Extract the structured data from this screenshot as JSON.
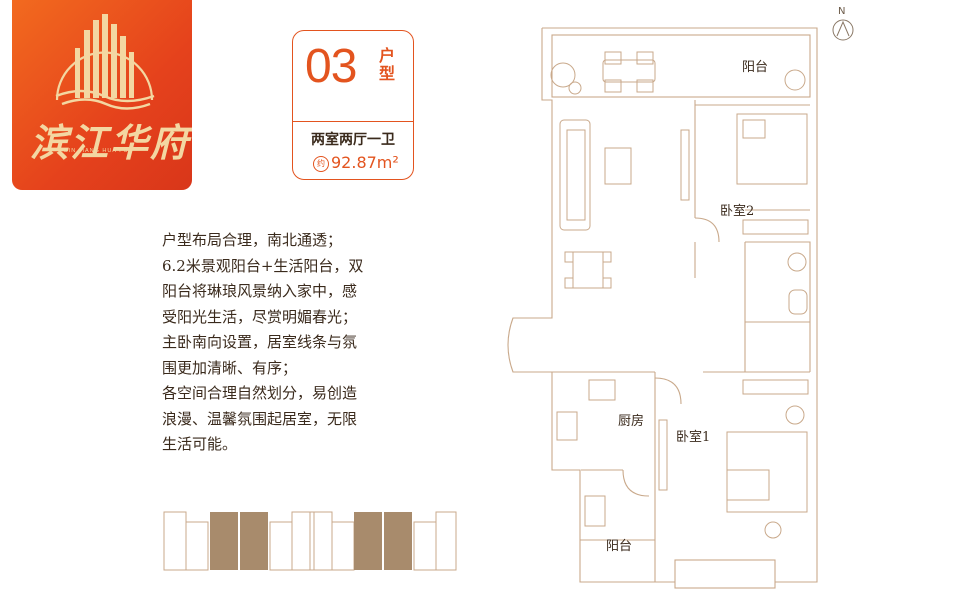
{
  "brand": {
    "name": "滨江华府",
    "pinyin": "BIN JIANG HUA FU"
  },
  "unit": {
    "number": "03",
    "label": "户型",
    "layout": "两室两厅一卫",
    "area_prefix": "约",
    "area": "92.87m²"
  },
  "description": [
    "户型布局合理，南北通透；",
    "6.2米景观阳台+生活阳台，双",
    "阳台将琳琅风景纳入家中，感",
    "受阳光生活，尽赏明媚春光；",
    "主卧南向设置，居室线条与氛",
    "围更加清晰、有序；",
    "各空间合理自然划分，易创造",
    "浪漫、温馨氛围起居室，无限",
    "生活可能。"
  ],
  "floorplan": {
    "north": "N",
    "rooms": {
      "balcony_top": "阳台",
      "bedroom2": "卧室2",
      "kitchen": "厨房",
      "bedroom1": "卧室1",
      "balcony_bottom": "阳台"
    }
  },
  "colors": {
    "accent": "#e3541f",
    "logo_bg": "#e5421c",
    "gold": "#f3d7a2",
    "line": "#c9a98b",
    "text": "#3a2a1c",
    "keyplan_fill": "#a88b6c"
  }
}
